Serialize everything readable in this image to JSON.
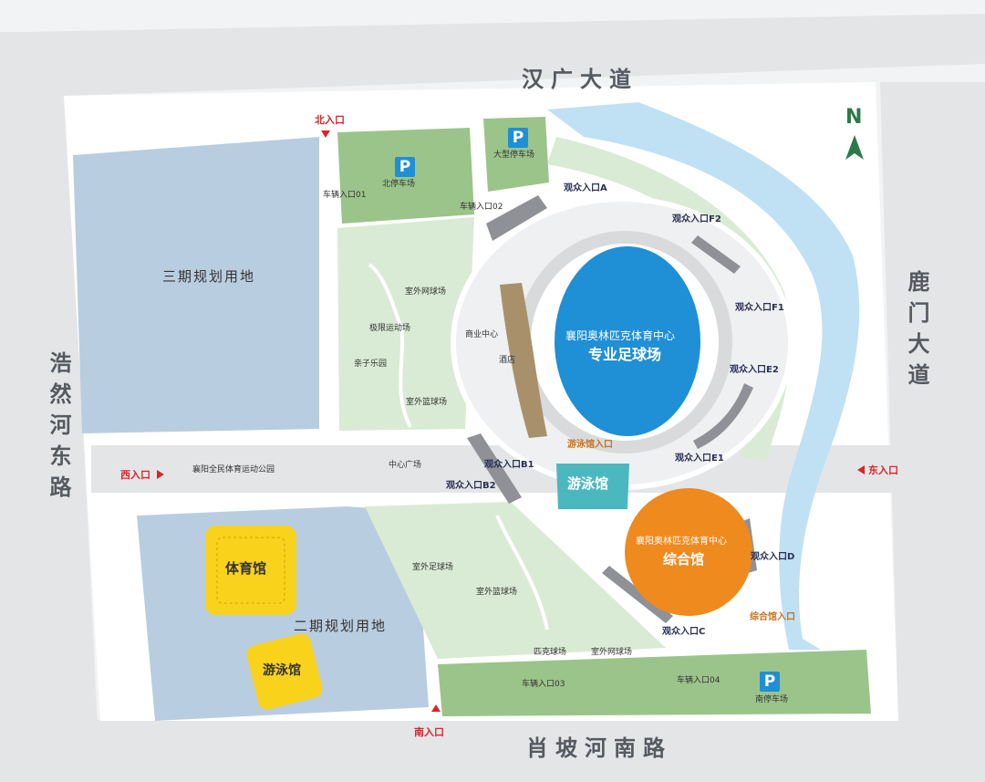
{
  "roads": {
    "north": "汉广大道",
    "south": "肖坡河南路",
    "east": "鹿门大道",
    "west": "浩然河东路"
  },
  "compass_label": "N",
  "entrances": {
    "north": "北入口",
    "south": "南入口",
    "east": "东入口",
    "west": "西入口"
  },
  "parking": {
    "north": "北停车场",
    "large": "大型停车场",
    "south": "南停车场",
    "symbol": "P"
  },
  "vehicle_gates": [
    "车辆入口01",
    "车辆入口02",
    "车辆入口03",
    "车辆入口04"
  ],
  "spectator_gates": [
    "观众入口A",
    "观众入口F2",
    "观众入口F1",
    "观众入口E2",
    "观众入口E1",
    "观众入口B1",
    "观众入口B2",
    "观众入口C",
    "观众入口D"
  ],
  "other_entrances": {
    "swim": "游泳馆入口",
    "gym": "综合馆入口"
  },
  "areas": {
    "phase3": "三期规划用地",
    "phase2": "二期规划用地"
  },
  "facilities": {
    "tennis_outdoor_n": "室外网球场",
    "extreme": "极限运动场",
    "kids": "亲子乐园",
    "basketball_n": "室外篮球场",
    "business": "商业中心",
    "hotel": "酒店",
    "public_park": "襄阳全民体育运动公园",
    "center_plaza": "中心广场",
    "football_outdoor": "室外足球场",
    "basketball_s": "室外篮球场",
    "pickleball": "匹克球场",
    "tennis_outdoor_s": "室外网球场"
  },
  "venues": {
    "stadium_line1": "襄阳奥林匹克体育中心",
    "stadium_line2": "专业足球场",
    "swim_hall": "游泳馆",
    "arena_line1": "襄阳奥林匹克体育中心",
    "arena_line2": "综合馆",
    "gymnasium": "体育馆",
    "natatorium": "游泳馆"
  },
  "colors": {
    "road": "#e4e5e7",
    "planned": "#b9cde0",
    "green": "#d9ebd4",
    "parking_green": "#9bc48a",
    "river": "#bfe1f3",
    "stadium": "#1f8fd6",
    "arena": "#ef8a1e",
    "swim": "#4bb8c0",
    "yellow": "#f8d21b",
    "gate_bar": "#8f9196",
    "business_bar": "#a8916a",
    "entrance_red": "#d8262b"
  }
}
